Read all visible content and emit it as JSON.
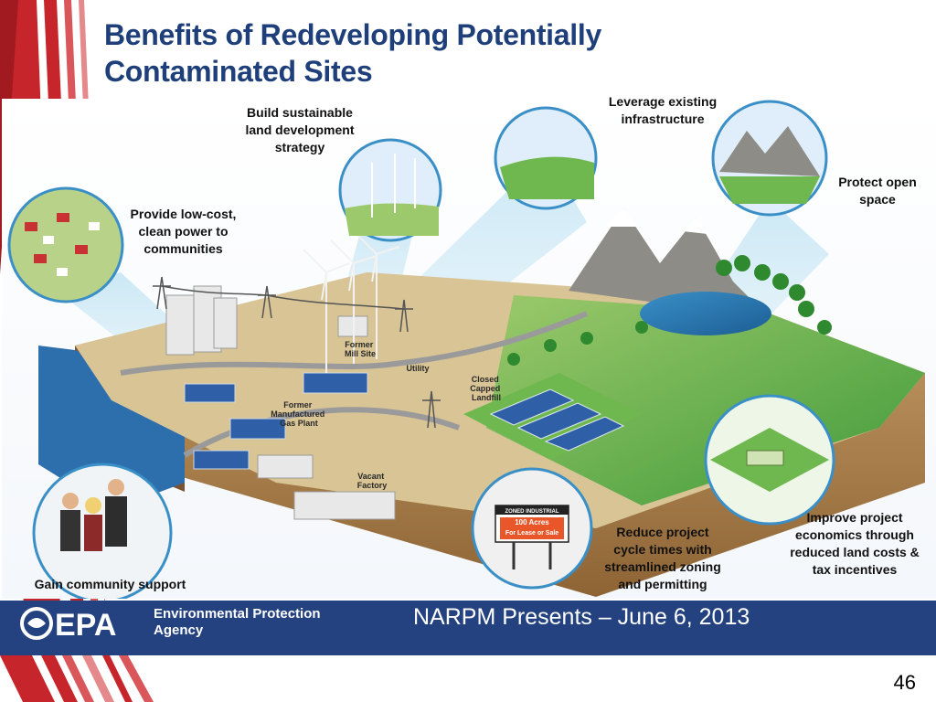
{
  "slide": {
    "title_line1": "Benefits of Redeveloping Potentially",
    "title_line2": "Contaminated Sites",
    "page_number": "46"
  },
  "callouts": {
    "sustainable": [
      "Build sustainable",
      "land development",
      "strategy"
    ],
    "infrastructure": [
      "Leverage existing",
      "infrastructure"
    ],
    "open_space": [
      "Protect open",
      "space"
    ],
    "power": [
      "Provide low-cost,",
      "clean power to",
      "communities"
    ],
    "community": [
      "Gain community support"
    ],
    "zoning": [
      "Reduce project",
      "cycle times with",
      "streamlined zoning",
      "and permitting"
    ],
    "economics": [
      "Improve project",
      "economics through",
      "reduced land costs &",
      "tax incentives"
    ]
  },
  "map_labels": {
    "mill": [
      "Former",
      "Mill Site"
    ],
    "utility": "Utility",
    "landfill": [
      "Closed",
      "Capped",
      "Landfill"
    ],
    "gas_plant": [
      "Former",
      "Manufactured",
      "Gas Plant"
    ],
    "factory": [
      "Vacant",
      "Factory"
    ],
    "sign": [
      "ZONED INDUSTRIAL",
      "100 Acres",
      "For Lease or Sale"
    ]
  },
  "footer": {
    "logo_text": "EPA",
    "agency_line1": "Environmental Protection",
    "agency_line2": "Agency",
    "presenter_text": "NARPM  Presents – June 6, 2013"
  },
  "colors": {
    "title": "#1f3f7a",
    "footer_bg": "#23427f",
    "stripe_red": "#c6252b"
  }
}
